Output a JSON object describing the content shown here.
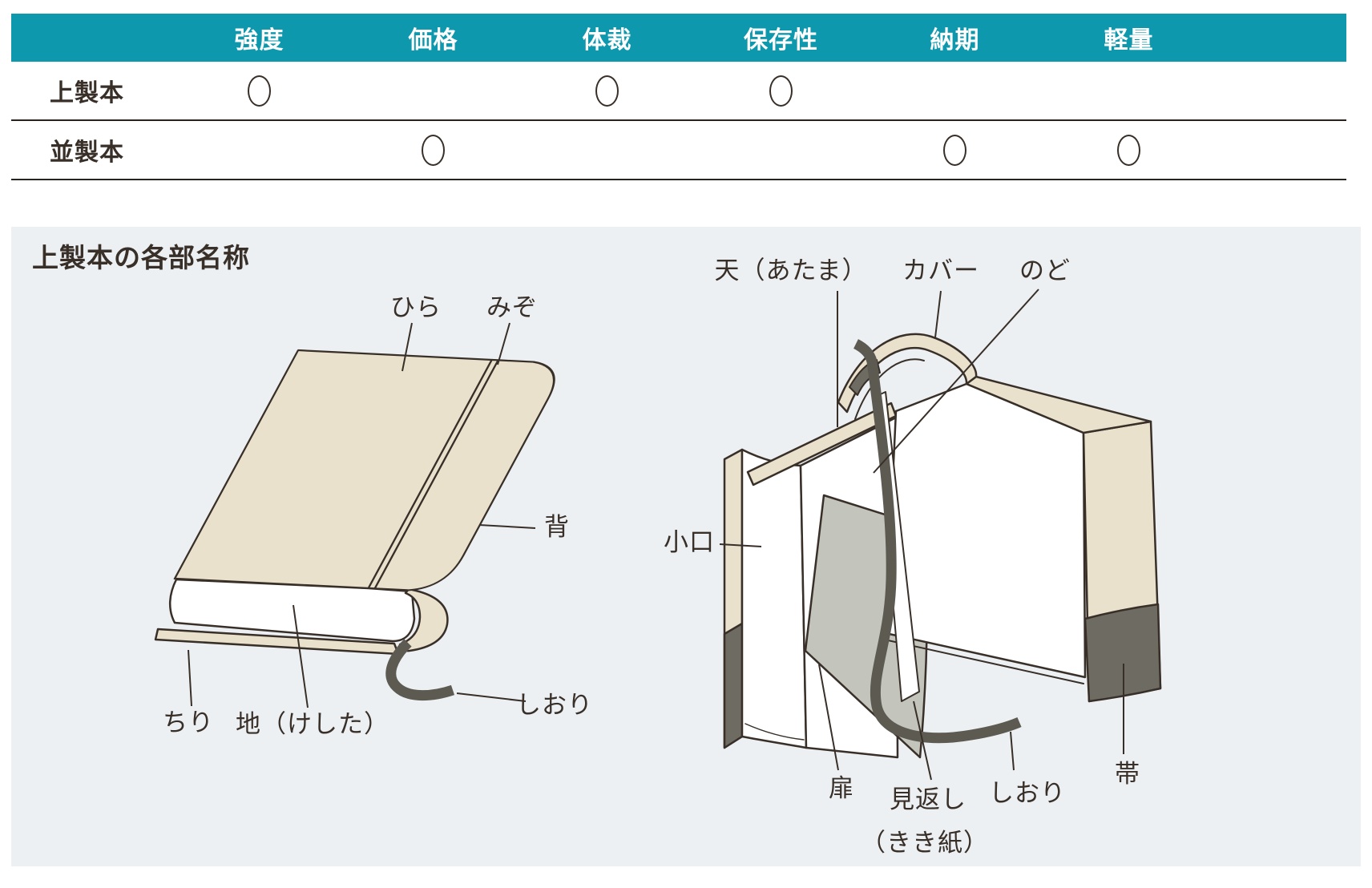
{
  "comparison_table": {
    "columns": [
      "強度",
      "価格",
      "体裁",
      "保存性",
      "納期",
      "軽量"
    ],
    "rows": [
      {
        "label": "上製本",
        "marks": [
          true,
          false,
          true,
          true,
          false,
          false
        ]
      },
      {
        "label": "並製本",
        "marks": [
          false,
          true,
          false,
          false,
          true,
          true
        ]
      }
    ],
    "mark_symbol": "○"
  },
  "diagram": {
    "title": "上製本の各部名称",
    "labels": {
      "hira": "ひら",
      "mizo": "みぞ",
      "se": "背",
      "shiori_left": "しおり",
      "chiri": "ちり",
      "chi_keshita": "地（けした）",
      "ten_atama": "天（あたま）",
      "cover": "カバー",
      "nodo": "のど",
      "koguchi": "小口",
      "tobira": "扉",
      "mikaeshi_line1": "見返し",
      "mikaeshi_line2": "（きき紙）",
      "shiori_right": "しおり",
      "obi": "帯"
    },
    "colors": {
      "header_teal": "#0d98ad",
      "panel_bg": "#edf0f3",
      "cover_beige": "#e9e1cc",
      "page_white": "#ffffff",
      "tobira_gray": "#c3c4bc",
      "obi_dark": "#6e6c62",
      "ribbon_dark": "#5d5a52",
      "line_dark": "#382f28"
    }
  }
}
